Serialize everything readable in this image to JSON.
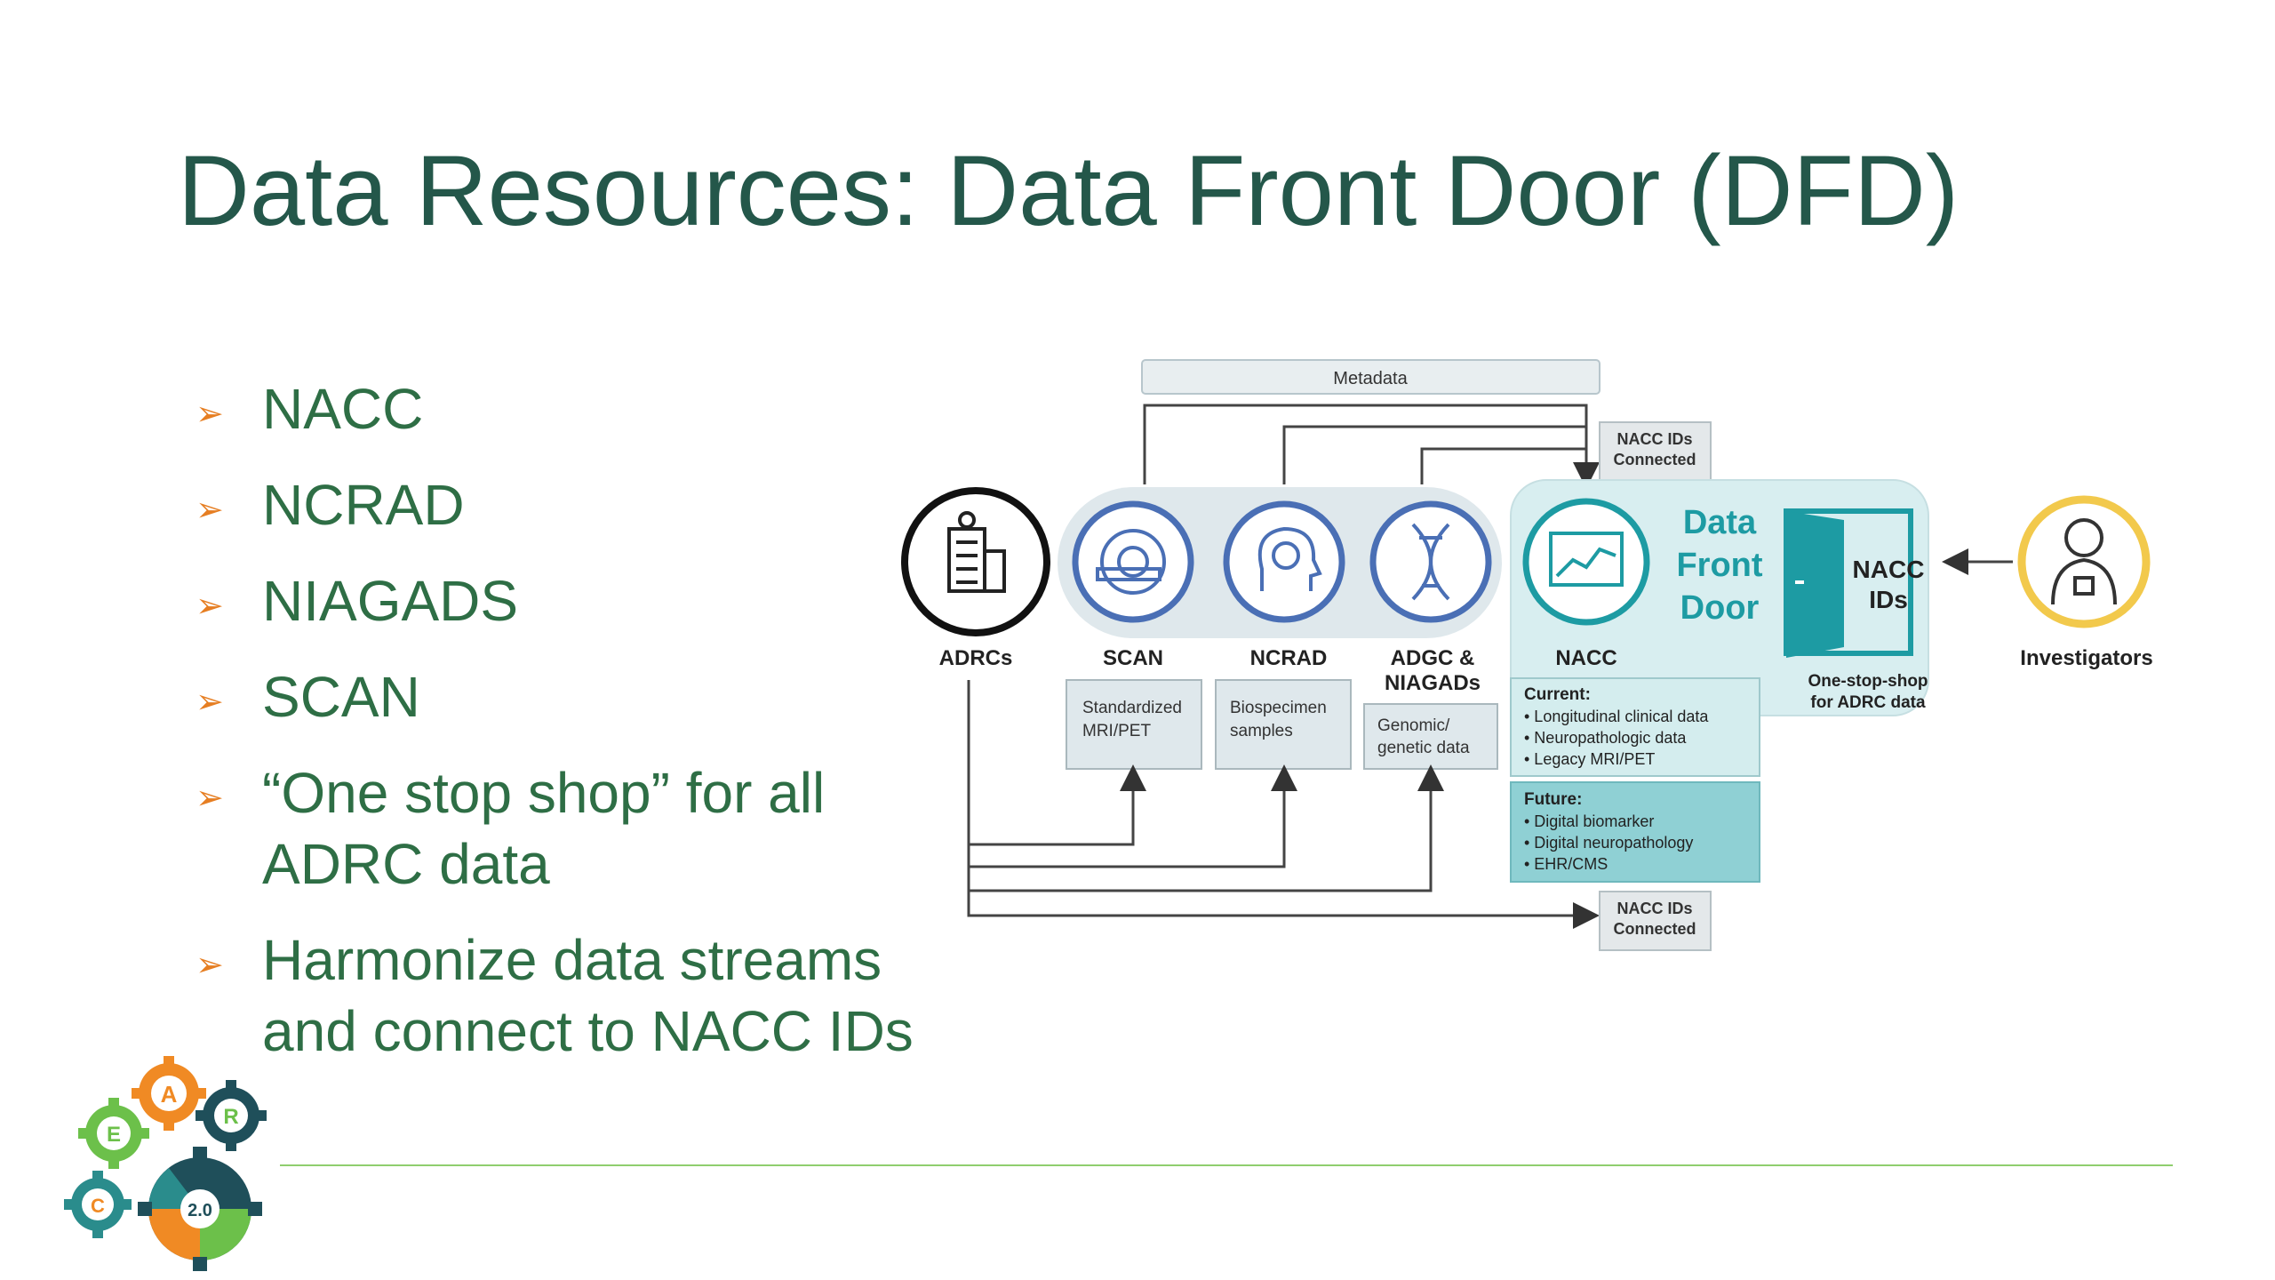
{
  "slide": {
    "title": "Data Resources: Data Front Door (DFD)",
    "bullets": [
      "NACC",
      "NCRAD",
      "NIAGADS",
      "SCAN",
      "“One stop shop” for all ADRC data",
      "Harmonize data streams and connect to NACC IDs"
    ]
  },
  "diagram": {
    "metadata_label": "Metadata",
    "nacc_ids_connected_top": [
      "NACC IDs",
      "Connected"
    ],
    "nacc_ids_connected_bottom": [
      "NACC IDs",
      "Connected"
    ],
    "nodes": {
      "adrcs": "ADRCs",
      "scan": "SCAN",
      "ncrad": "NCRAD",
      "adgc": [
        "ADGC &",
        "NIAGADs"
      ],
      "nacc": "NACC",
      "investigators": "Investigators"
    },
    "dfd_label": [
      "Data",
      "Front",
      "Door"
    ],
    "door_label": [
      "NACC",
      "IDs"
    ],
    "door_caption": [
      "One-stop-shop",
      "for ADRC data"
    ],
    "scan_box": [
      "Standardized",
      "MRI/PET"
    ],
    "ncrad_box": [
      "Biospecimen",
      "samples"
    ],
    "adgc_box": [
      "Genomic/",
      "genetic data"
    ],
    "current": {
      "heading": "Current:",
      "items": [
        "• Longitudinal clinical data",
        "• Neuropathologic data",
        "• Legacy MRI/PET"
      ]
    },
    "future": {
      "heading": "Future:",
      "items": [
        "• Digital biomarker",
        "• Digital neuropathology",
        "• EHR/CMS"
      ]
    }
  },
  "logo": {
    "letters": [
      "A",
      "R",
      "E",
      "C"
    ],
    "version": "2.0"
  },
  "colors": {
    "title": "#24574a",
    "bullet_text": "#2e6e45",
    "arrow": "#e67e22",
    "teal": "#1d9ba3",
    "navy_ring": "#4a6fb5",
    "gold_ring": "#f2c94c",
    "footer_rule": "#8fce6e"
  }
}
